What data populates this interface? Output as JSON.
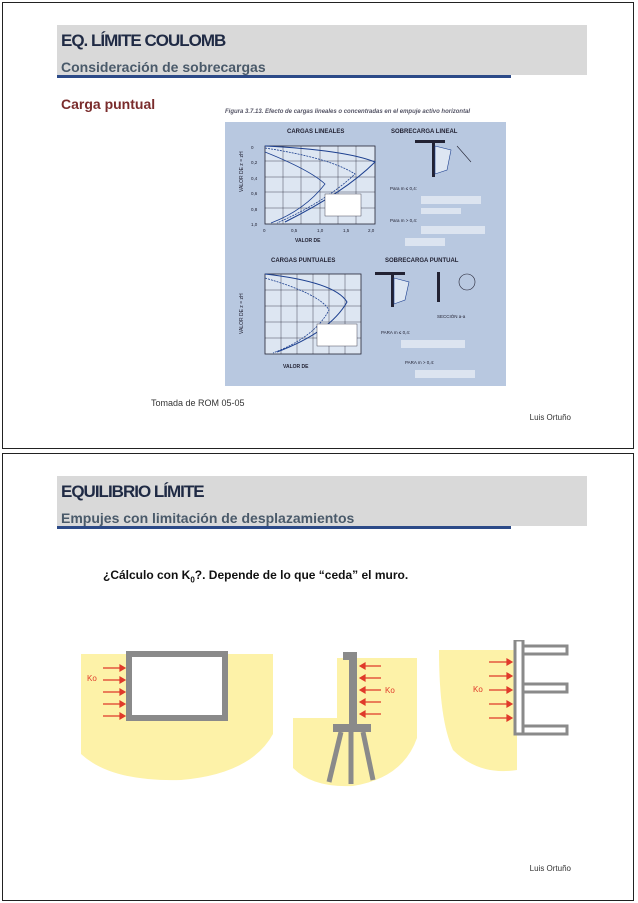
{
  "slide1": {
    "title": "EQ. LÍMITE COULOMB",
    "subtitle": "Consideración de sobrecargas",
    "section": "Carga puntual",
    "figure": {
      "caption": "Figura 3.7.13. Efecto de cargas lineales o concentradas en el empuje activo horizontal",
      "panel_titles": [
        "CARGAS LINEALES",
        "SOBRECARGA LINEAL",
        "CARGAS PUNTUALES",
        "SOBRECARGA PUNTUAL"
      ],
      "axis_label_left": "VALOR DE z = zH",
      "axis_label_bottom_1": "VALOR DE",
      "axis_label_bottom_2": "VALOR DE",
      "y_ticks": [
        "0",
        "0,2",
        "0,4",
        "0,6",
        "0,8",
        "1,0"
      ],
      "x_ticks": [
        "0",
        "0,5",
        "1,0",
        "1,5",
        "2,0"
      ],
      "section_label": "SECCIÓN a-a",
      "formula_notes": [
        "Para m ≤ 0,4:",
        "Para m > 0,4:",
        "PARA m ≤ 0,4:",
        "PARA m > 0,4:"
      ]
    },
    "credit": "Tomada de  ROM 05-05",
    "author": "Luis Ortuño"
  },
  "slide2": {
    "title": "EQUILIBRIO LÍMITE",
    "subtitle": "Empujes con limitación de desplazamientos",
    "question_pre": "¿Cálculo con K",
    "question_sub": "0",
    "question_post": "?.  Depende de lo que “ceda” el muro.",
    "diagram_label": "Ko",
    "author": "Luis Ortuño"
  },
  "colors": {
    "title_band": "#d9d9d9",
    "title_rule": "#2c4a88",
    "figure_bg": "#b8c8e0",
    "soil": "#fdf2a8",
    "arrow": "#e03a2a",
    "structure_outline": "#8a8a8a"
  }
}
